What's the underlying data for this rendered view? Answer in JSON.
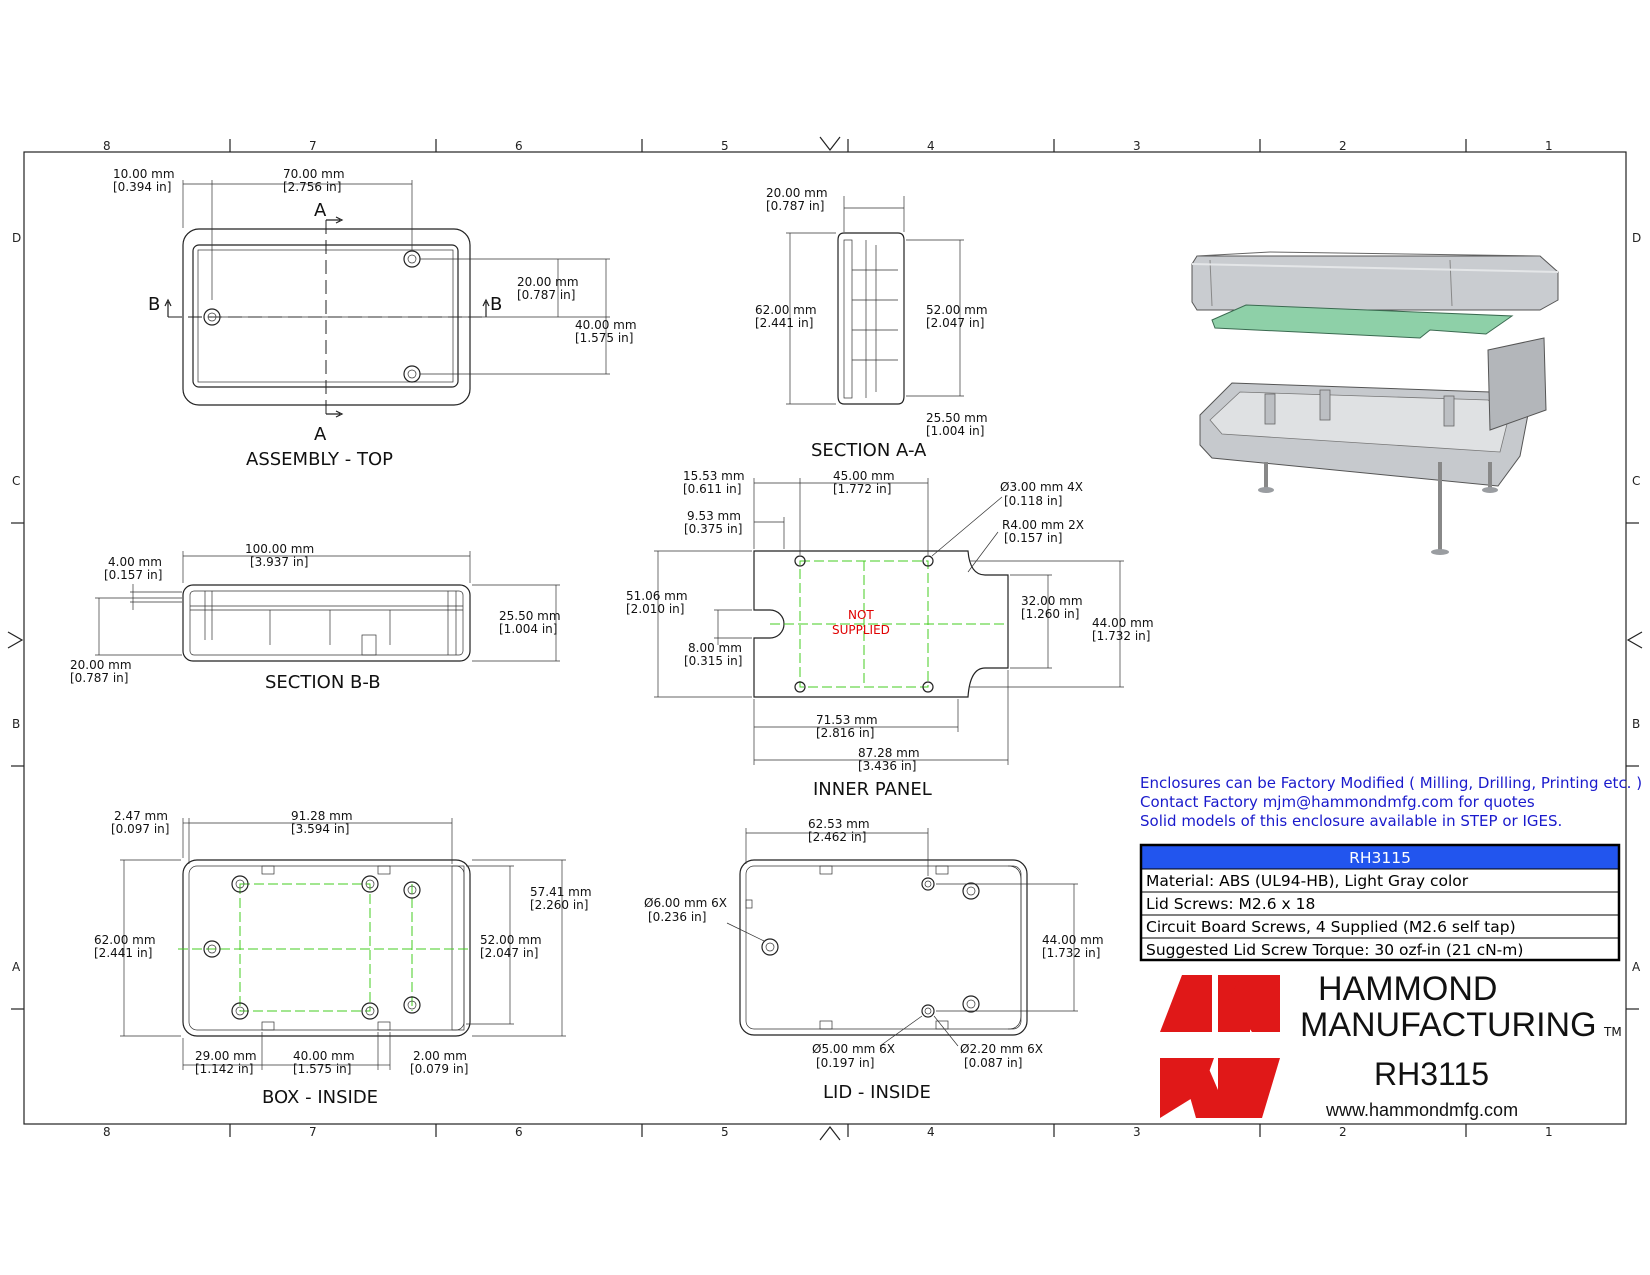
{
  "grid": {
    "columns": [
      "8",
      "7",
      "6",
      "5",
      "4",
      "3",
      "2",
      "1"
    ],
    "rows": [
      "D",
      "C",
      "B",
      "A"
    ]
  },
  "views": {
    "assembly_top": {
      "title": "ASSEMBLY - TOP",
      "section_a": "A",
      "section_b": "B",
      "dim_edge": [
        "10.00 mm",
        "[0.394 in]"
      ],
      "dim_width": [
        "70.00 mm",
        "[2.756 in]"
      ],
      "dim_hole_offset": [
        "20.00 mm",
        "[0.787 in]"
      ],
      "dim_height": [
        "40.00 mm",
        "[1.575 in]"
      ]
    },
    "section_aa": {
      "title": "SECTION A-A",
      "dim_top": [
        "20.00 mm",
        "[0.787 in]"
      ],
      "dim_left": [
        "62.00 mm",
        "[2.441 in]"
      ],
      "dim_right": [
        "52.00 mm",
        "[2.047 in]"
      ],
      "dim_bottom": [
        "25.50 mm",
        "[1.004 in]"
      ]
    },
    "section_bb": {
      "title": "SECTION B-B",
      "dim_top": [
        "100.00 mm",
        "[3.937 in]"
      ],
      "dim_left_top": [
        "4.00 mm",
        "[0.157 in]"
      ],
      "dim_right": [
        "25.50 mm",
        "[1.004 in]"
      ],
      "dim_left_bottom": [
        "20.00 mm",
        "[0.787 in]"
      ]
    },
    "inner_panel": {
      "title": "INNER PANEL",
      "not_supplied": [
        "NOT",
        "SUPPLIED"
      ],
      "dim_a": [
        "15.53 mm",
        "[0.611 in]"
      ],
      "dim_b": [
        "45.00 mm",
        "[1.772 in]"
      ],
      "dim_c": [
        "9.53 mm",
        "[0.375 in]"
      ],
      "dim_hole": [
        "Ø3.00 mm 4X",
        "[0.118 in]"
      ],
      "dim_radius": [
        "R4.00 mm 2X",
        "[0.157 in]"
      ],
      "dim_height": [
        "51.06 mm",
        "[2.010 in]"
      ],
      "dim_tab": [
        "32.00 mm",
        "[1.260 in]"
      ],
      "dim_overall_h": [
        "44.00 mm",
        "[1.732 in]"
      ],
      "dim_notch": [
        "8.00 mm",
        "[0.315 in]"
      ],
      "dim_w1": [
        "71.53 mm",
        "[2.816 in]"
      ],
      "dim_w2": [
        "87.28 mm",
        "[3.436 in]"
      ]
    },
    "box_inside": {
      "title": "BOX - INSIDE",
      "dim_edge": [
        "2.47 mm",
        "[0.097 in]"
      ],
      "dim_width": [
        "91.28 mm",
        "[3.594 in]"
      ],
      "dim_r1": [
        "57.41 mm",
        "[2.260 in]"
      ],
      "dim_left": [
        "62.00 mm",
        "[2.441 in]"
      ],
      "dim_r2": [
        "52.00 mm",
        "[2.047 in]"
      ],
      "dim_b1": [
        "29.00 mm",
        "[1.142 in]"
      ],
      "dim_b2": [
        "40.00 mm",
        "[1.575 in]"
      ],
      "dim_b3": [
        "2.00 mm",
        "[0.079 in]"
      ]
    },
    "lid_inside": {
      "title": "LID - INSIDE",
      "dim_top": [
        "62.53 mm",
        "[2.462 in]"
      ],
      "dim_hole6": [
        "Ø6.00 mm 6X",
        "[0.236 in]"
      ],
      "dim_right": [
        "44.00 mm",
        "[1.732 in]"
      ],
      "dim_hole5": [
        "Ø5.00 mm 6X",
        "[0.197 in]"
      ],
      "dim_hole22": [
        "Ø2.20 mm 6X",
        "[0.087 in]"
      ]
    }
  },
  "notes": [
    "Enclosures can be Factory Modified ( Milling, Drilling, Printing etc. )",
    "Contact Factory mjm@hammondmfg.com for quotes",
    "Solid models of this enclosure available in STEP or IGES."
  ],
  "spec_table": {
    "header": "RH3115",
    "rows": [
      "Material: ABS (UL94-HB),  Light Gray color",
      "Lid Screws: M2.6 x 18",
      "Circuit Board Screws, 4 Supplied (M2.6 self tap)",
      "Suggested Lid Screw Torque: 30 ozf-in (21 cN-m)"
    ],
    "header_color": "#2255ee"
  },
  "title_block": {
    "brand_line1": "HAMMOND",
    "brand_line2": "MANUFACTURING",
    "trademark": "TM",
    "model": "RH3115",
    "website": "www.hammondmfg.com",
    "logo_color": "#e01818"
  }
}
